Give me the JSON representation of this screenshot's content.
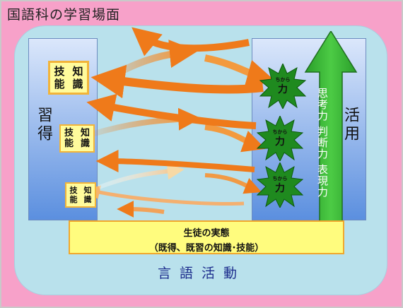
{
  "title": "国語科の学習場面",
  "left_column": {
    "label": "習得"
  },
  "right_column": {
    "label": "活用"
  },
  "knowledge_box": {
    "label_a": "技能",
    "label_b": "知識"
  },
  "chikara_star": {
    "label_small": "ちから",
    "label_big": "力"
  },
  "up_arrow": {
    "line1": "思考力",
    "line2": "判断力",
    "line3": "表現力"
  },
  "student_box": {
    "line1": "生徒の実態",
    "line2": "（既得、既習の知識･技能）"
  },
  "footer": "言語活動",
  "colors": {
    "background": "#f7a1c9",
    "panel": "#b9e1ec",
    "arrow_orange": "#ef7a1a",
    "arrow_light": "#f7c489",
    "star_green": "#1f8a1f",
    "up_arrow_green": "#41c13c"
  }
}
